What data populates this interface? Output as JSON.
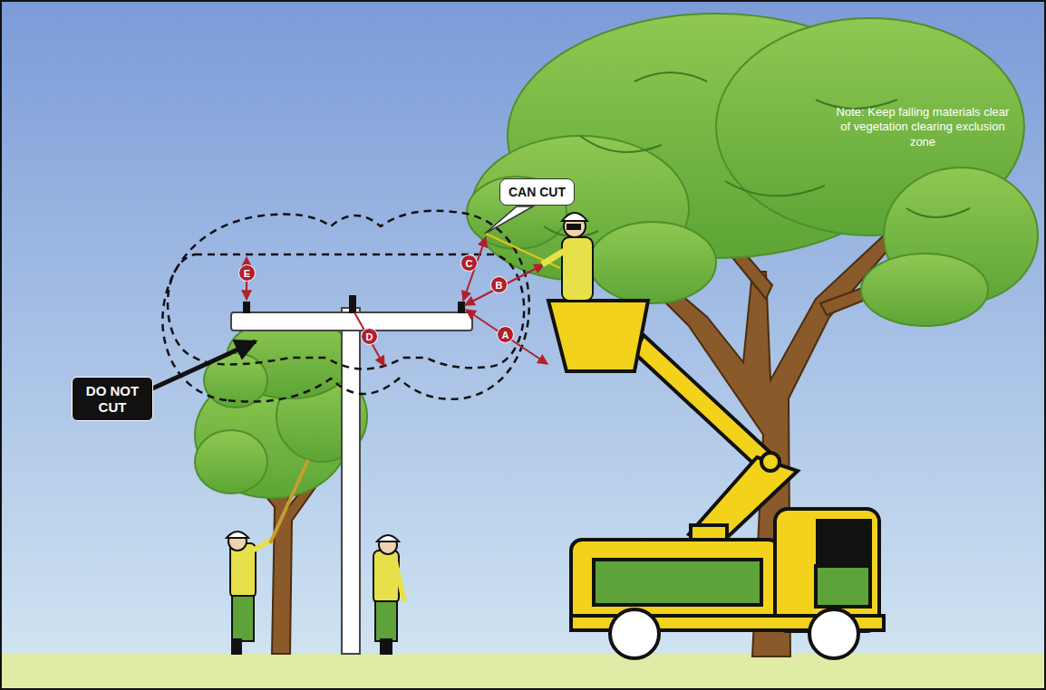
{
  "diagram": {
    "nodes": [
      {
        "text": [
          "CAN CUT"
        ]
      },
      {
        "text": [
          "E"
        ]
      },
      {
        "text": [
          "C"
        ]
      },
      {
        "text": [
          "B"
        ]
      },
      {
        "text": [
          "D"
        ]
      },
      {
        "text": [
          "A"
        ]
      },
      {
        "text": [
          "DO NOT CUT"
        ]
      }
    ],
    "labels": [
      "Note: Keep falling materials clear of vegetation clearing exclusion zone"
    ]
  }
}
